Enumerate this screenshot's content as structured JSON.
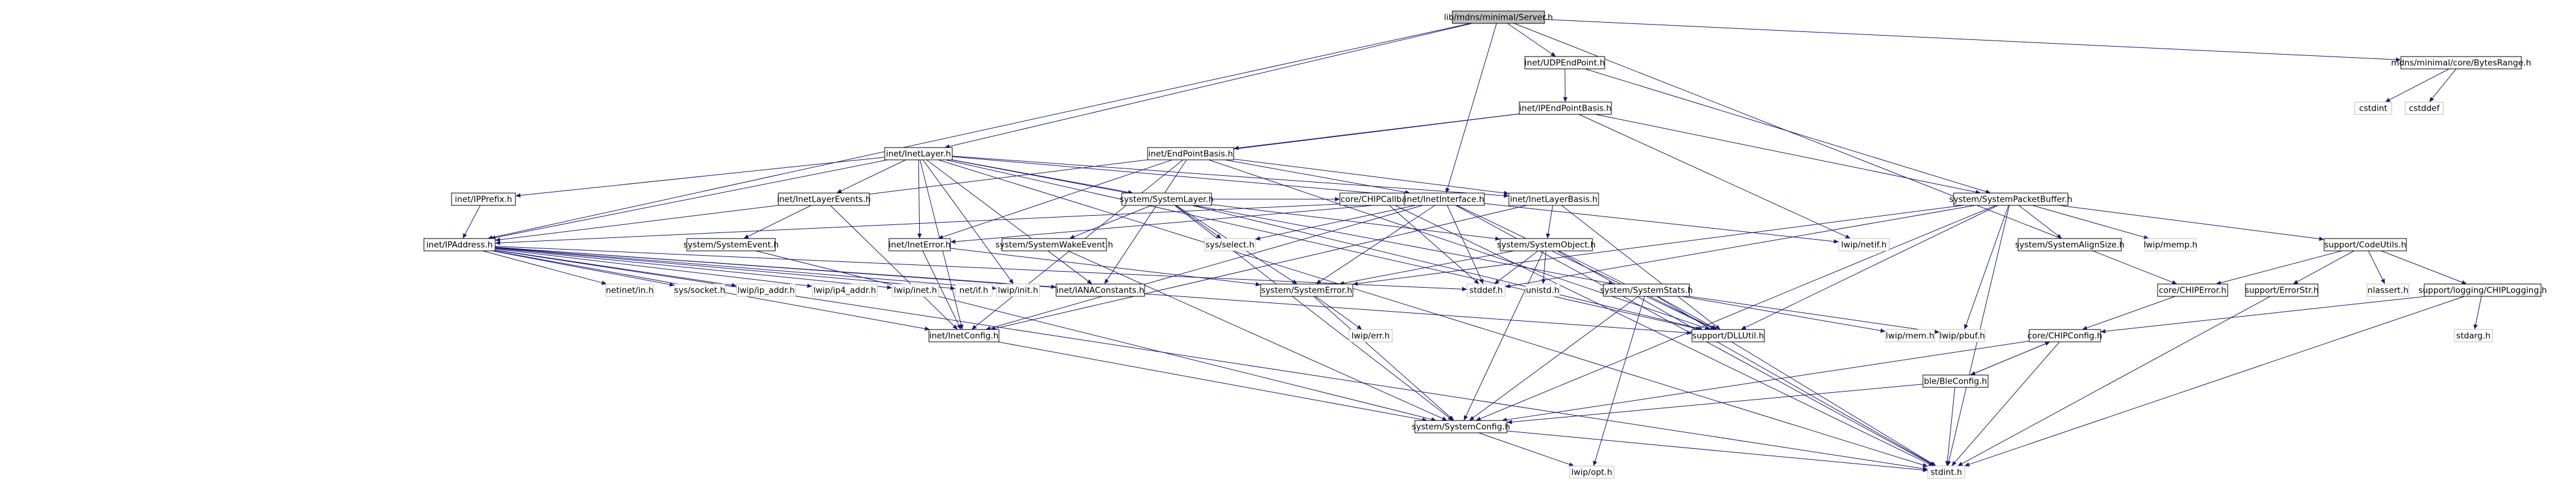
{
  "graph": {
    "edge_color": "#191970",
    "root_fill": "#bfbfbf",
    "system_header_border": "#bfbfbf",
    "nodes": [
      {
        "id": "server",
        "label": "lib/mdns/minimal/Server.h",
        "kind": "root"
      },
      {
        "id": "udpep",
        "label": "inet/UDPEndPoint.h",
        "kind": "included"
      },
      {
        "id": "bytesrange",
        "label": "mdns/minimal/core/BytesRange.h",
        "kind": "included"
      },
      {
        "id": "ipepbasis",
        "label": "inet/IPEndPointBasis.h",
        "kind": "included"
      },
      {
        "id": "cstdint",
        "label": "cstdint",
        "kind": "system"
      },
      {
        "id": "cstddef",
        "label": "cstddef",
        "kind": "system"
      },
      {
        "id": "inetlayer",
        "label": "inet/InetLayer.h",
        "kind": "included"
      },
      {
        "id": "epbasis",
        "label": "inet/EndPointBasis.h",
        "kind": "included"
      },
      {
        "id": "ipprefix",
        "label": "inet/IPPrefix.h",
        "kind": "included"
      },
      {
        "id": "inetlayerevents",
        "label": "inet/InetLayerEvents.h",
        "kind": "included"
      },
      {
        "id": "systemlayer",
        "label": "system/SystemLayer.h",
        "kind": "included"
      },
      {
        "id": "chipcallback",
        "label": "core/CHIPCallback.h",
        "kind": "included"
      },
      {
        "id": "inetinterface",
        "label": "inet/InetInterface.h",
        "kind": "included"
      },
      {
        "id": "inetlayerbasis",
        "label": "inet/InetLayerBasis.h",
        "kind": "included"
      },
      {
        "id": "pktbuf",
        "label": "system/SystemPacketBuffer.h",
        "kind": "included"
      },
      {
        "id": "ipaddress",
        "label": "inet/IPAddress.h",
        "kind": "included"
      },
      {
        "id": "systemevent",
        "label": "system/SystemEvent.h",
        "kind": "included"
      },
      {
        "id": "ineterror",
        "label": "inet/InetError.h",
        "kind": "included"
      },
      {
        "id": "wakeevent",
        "label": "system/SystemWakeEvent.h",
        "kind": "included"
      },
      {
        "id": "sysselect",
        "label": "sys/select.h",
        "kind": "system"
      },
      {
        "id": "sysobject",
        "label": "system/SystemObject.h",
        "kind": "included"
      },
      {
        "id": "alignsize",
        "label": "system/SystemAlignSize.h",
        "kind": "included"
      },
      {
        "id": "lwipmemp",
        "label": "lwip/memp.h",
        "kind": "system"
      },
      {
        "id": "lwipnetif",
        "label": "lwip/netif.h",
        "kind": "system"
      },
      {
        "id": "codeutils",
        "label": "support/CodeUtils.h",
        "kind": "included"
      },
      {
        "id": "netinetin",
        "label": "netinet/in.h",
        "kind": "system"
      },
      {
        "id": "syssocket",
        "label": "sys/socket.h",
        "kind": "system"
      },
      {
        "id": "lwipipaddr",
        "label": "lwip/ip_addr.h",
        "kind": "system"
      },
      {
        "id": "lwipip4addr",
        "label": "lwip/ip4_addr.h",
        "kind": "system"
      },
      {
        "id": "lwipinet",
        "label": "lwip/inet.h",
        "kind": "system"
      },
      {
        "id": "netif",
        "label": "net/if.h",
        "kind": "system"
      },
      {
        "id": "lwipinit",
        "label": "lwip/init.h",
        "kind": "system"
      },
      {
        "id": "ianaconst",
        "label": "inet/IANAConstants.h",
        "kind": "included"
      },
      {
        "id": "syserror",
        "label": "system/SystemError.h",
        "kind": "included"
      },
      {
        "id": "stddef",
        "label": "stddef.h",
        "kind": "system"
      },
      {
        "id": "unistd",
        "label": "unistd.h",
        "kind": "system"
      },
      {
        "id": "sysstats",
        "label": "system/SystemStats.h",
        "kind": "included"
      },
      {
        "id": "chiperror",
        "label": "core/CHIPError.h",
        "kind": "included"
      },
      {
        "id": "errorstr",
        "label": "support/ErrorStr.h",
        "kind": "included"
      },
      {
        "id": "nlassert",
        "label": "nlassert.h",
        "kind": "system"
      },
      {
        "id": "chiplogging",
        "label": "support/logging/CHIPLogging.h",
        "kind": "included"
      },
      {
        "id": "inetconfig",
        "label": "inet/InetConfig.h",
        "kind": "included"
      },
      {
        "id": "lwiperr",
        "label": "lwip/err.h",
        "kind": "system"
      },
      {
        "id": "dllutil",
        "label": "support/DLLUtil.h",
        "kind": "included"
      },
      {
        "id": "lwipmem",
        "label": "lwip/mem.h",
        "kind": "system"
      },
      {
        "id": "lwippbuf",
        "label": "lwip/pbuf.h",
        "kind": "system"
      },
      {
        "id": "chipconfig",
        "label": "core/CHIPConfig.h",
        "kind": "included"
      },
      {
        "id": "stdarg",
        "label": "stdarg.h",
        "kind": "system"
      },
      {
        "id": "bleconfig",
        "label": "ble/BleConfig.h",
        "kind": "included"
      },
      {
        "id": "sysconfig",
        "label": "system/SystemConfig.h",
        "kind": "included"
      },
      {
        "id": "lwipopt",
        "label": "lwip/opt.h",
        "kind": "system"
      },
      {
        "id": "stdint",
        "label": "stdint.h",
        "kind": "system"
      }
    ],
    "edges": [
      [
        "server",
        "udpep"
      ],
      [
        "server",
        "bytesrange"
      ],
      [
        "server",
        "inetlayer"
      ],
      [
        "server",
        "inetinterface"
      ],
      [
        "server",
        "ipaddress"
      ],
      [
        "server",
        "chiperror"
      ],
      [
        "udpep",
        "ipepbasis"
      ],
      [
        "udpep",
        "pktbuf"
      ],
      [
        "bytesrange",
        "cstdint"
      ],
      [
        "bytesrange",
        "cstddef"
      ],
      [
        "ipepbasis",
        "epbasis"
      ],
      [
        "ipepbasis",
        "pktbuf"
      ],
      [
        "ipepbasis",
        "ipaddress"
      ],
      [
        "ipepbasis",
        "lwipnetif"
      ],
      [
        "inetlayer",
        "ipprefix"
      ],
      [
        "inetlayer",
        "inetlayerevents"
      ],
      [
        "inetlayer",
        "systemlayer"
      ],
      [
        "inetlayer",
        "inetinterface"
      ],
      [
        "inetlayer",
        "inetlayerbasis"
      ],
      [
        "inetlayer",
        "ipaddress"
      ],
      [
        "inetlayer",
        "ineterror"
      ],
      [
        "inetlayer",
        "ianaconst"
      ],
      [
        "inetlayer",
        "inetconfig"
      ],
      [
        "inetlayer",
        "lwipinit"
      ],
      [
        "inetlayer",
        "dllutil"
      ],
      [
        "inetlayer",
        "sysstats"
      ],
      [
        "inetlayer",
        "stdint"
      ],
      [
        "epbasis",
        "inetinterface"
      ],
      [
        "epbasis",
        "inetlayerbasis"
      ],
      [
        "epbasis",
        "ineterror"
      ],
      [
        "epbasis",
        "inetconfig"
      ],
      [
        "epbasis",
        "dllutil"
      ],
      [
        "epbasis",
        "ianaconst"
      ],
      [
        "ipprefix",
        "ipaddress"
      ],
      [
        "inetlayerevents",
        "systemevent"
      ],
      [
        "inetlayerevents",
        "inetconfig"
      ],
      [
        "systemlayer",
        "wakeevent"
      ],
      [
        "systemlayer",
        "sysselect"
      ],
      [
        "systemlayer",
        "chipcallback"
      ],
      [
        "systemlayer",
        "sysobject"
      ],
      [
        "systemlayer",
        "syserror"
      ],
      [
        "systemlayer",
        "sysconfig"
      ],
      [
        "systemlayer",
        "dllutil"
      ],
      [
        "chipcallback",
        "stddef"
      ],
      [
        "chipcallback",
        "stdint"
      ],
      [
        "inetinterface",
        "ipaddress"
      ],
      [
        "inetinterface",
        "ineterror"
      ],
      [
        "inetinterface",
        "inetconfig"
      ],
      [
        "inetinterface",
        "syserror"
      ],
      [
        "inetinterface",
        "sysselect"
      ],
      [
        "inetinterface",
        "stddef"
      ],
      [
        "inetinterface",
        "dllutil"
      ],
      [
        "inetinterface",
        "lwipnetif"
      ],
      [
        "inetinterface",
        "stdint"
      ],
      [
        "inetlayerbasis",
        "sysobject"
      ],
      [
        "inetlayerbasis",
        "inetconfig"
      ],
      [
        "inetlayerbasis",
        "dllutil"
      ],
      [
        "pktbuf",
        "alignsize"
      ],
      [
        "pktbuf",
        "lwipmemp"
      ],
      [
        "pktbuf",
        "codeutils"
      ],
      [
        "pktbuf",
        "syserror"
      ],
      [
        "pktbuf",
        "sysconfig"
      ],
      [
        "pktbuf",
        "dllutil"
      ],
      [
        "pktbuf",
        "stddef"
      ],
      [
        "pktbuf",
        "lwippbuf"
      ],
      [
        "pktbuf",
        "stdint"
      ],
      [
        "ipaddress",
        "netinetin"
      ],
      [
        "ipaddress",
        "syssocket"
      ],
      [
        "ipaddress",
        "lwipipaddr"
      ],
      [
        "ipaddress",
        "lwipip4addr"
      ],
      [
        "ipaddress",
        "lwipinet"
      ],
      [
        "ipaddress",
        "netif"
      ],
      [
        "ipaddress",
        "lwipinit"
      ],
      [
        "ipaddress",
        "ianaconst"
      ],
      [
        "ipaddress",
        "inetconfig"
      ],
      [
        "ipaddress",
        "dllutil"
      ],
      [
        "ipaddress",
        "stddef"
      ],
      [
        "ipaddress",
        "stdint"
      ],
      [
        "systemevent",
        "sysconfig"
      ],
      [
        "ineterror",
        "inetconfig"
      ],
      [
        "ineterror",
        "syserror"
      ],
      [
        "wakeevent",
        "sysconfig"
      ],
      [
        "sysobject",
        "syserror"
      ],
      [
        "sysobject",
        "sysconfig"
      ],
      [
        "sysobject",
        "dllutil"
      ],
      [
        "sysobject",
        "stddef"
      ],
      [
        "sysobject",
        "unistd"
      ],
      [
        "sysobject",
        "stdint"
      ],
      [
        "codeutils",
        "chiperror"
      ],
      [
        "codeutils",
        "errorstr"
      ],
      [
        "codeutils",
        "nlassert"
      ],
      [
        "codeutils",
        "chiplogging"
      ],
      [
        "syserror",
        "lwiperr"
      ],
      [
        "syserror",
        "sysconfig"
      ],
      [
        "sysstats",
        "sysconfig"
      ],
      [
        "sysstats",
        "dllutil"
      ],
      [
        "sysstats",
        "lwipmem"
      ],
      [
        "sysstats",
        "lwippbuf"
      ],
      [
        "sysstats",
        "lwipopt"
      ],
      [
        "sysstats",
        "stdint"
      ],
      [
        "chiperror",
        "chipconfig"
      ],
      [
        "errorstr",
        "stdint"
      ],
      [
        "chiplogging",
        "chipconfig"
      ],
      [
        "chiplogging",
        "stdarg"
      ],
      [
        "chiplogging",
        "stdint"
      ],
      [
        "inetconfig",
        "sysconfig"
      ],
      [
        "chipconfig",
        "bleconfig"
      ],
      [
        "chipconfig",
        "sysconfig"
      ],
      [
        "chipconfig",
        "stdint"
      ],
      [
        "bleconfig",
        "chipconfig"
      ],
      [
        "bleconfig",
        "sysconfig"
      ],
      [
        "bleconfig",
        "stdint"
      ],
      [
        "sysconfig",
        "lwipopt"
      ],
      [
        "sysconfig",
        "stdint"
      ]
    ]
  }
}
